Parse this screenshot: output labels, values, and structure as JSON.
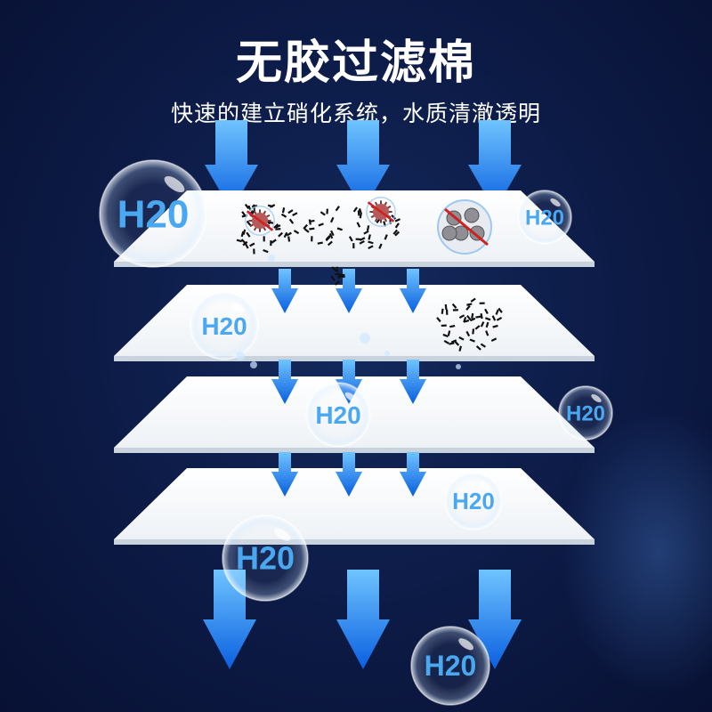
{
  "title": "无胶过滤棉",
  "subtitle": "快速的建立硝化系统，水质清澈透明",
  "bubble_label": "H20",
  "colors": {
    "background": "#0c1a45",
    "arrow_light": "#6fc4ff",
    "arrow_dark": "#0a5fe0",
    "sheet": "#ffffff",
    "bubble_text": "#4aa8f0"
  },
  "icons": [
    "bacteria-icon",
    "bacteria-icon",
    "bacteria-colony-icon",
    "debris-particles-icon"
  ]
}
